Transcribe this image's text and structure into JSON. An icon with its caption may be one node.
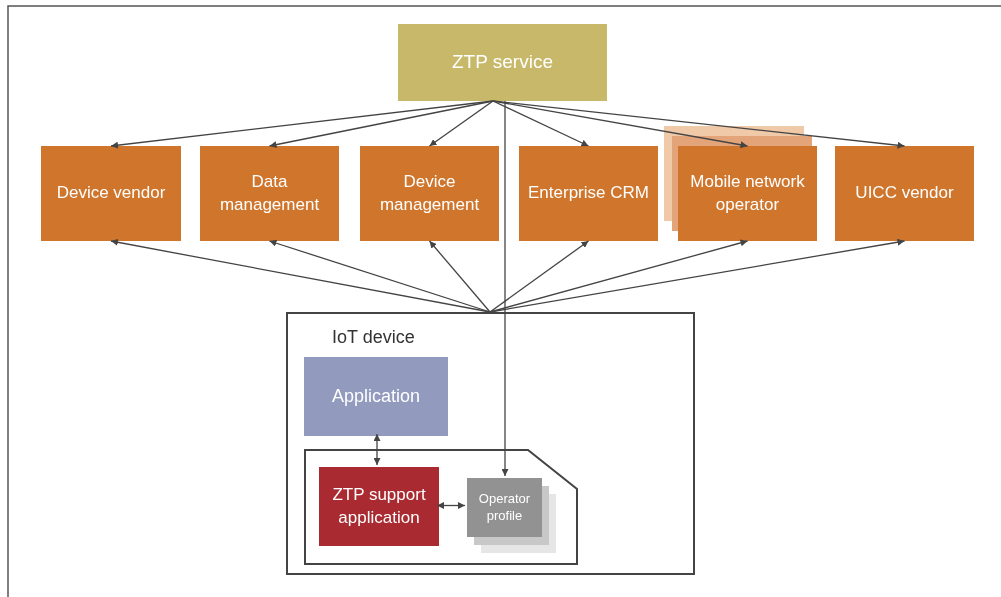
{
  "diagram": {
    "nodes": [
      {
        "text": [
          "ZTP service"
        ]
      },
      {
        "text": [
          "Device vendor"
        ]
      },
      {
        "text": [
          "Data management"
        ]
      },
      {
        "text": [
          "Device management"
        ]
      },
      {
        "text": [
          "Enterprise CRM"
        ]
      },
      {
        "text": [
          "Mobile network operator"
        ]
      },
      {
        "text": [
          "UICC vendor"
        ]
      },
      {
        "text": [
          "IoT device"
        ]
      },
      {
        "text": [
          "Application"
        ],
        "in": 7
      },
      {
        "text": [],
        "shape": "card",
        "in": 7
      },
      {
        "text": [
          "ZTP support application"
        ],
        "in": 9
      },
      {
        "text": [
          "Operator profile"
        ],
        "in": 9
      }
    ],
    "edges": [
      {
        "from": 0,
        "to": 1,
        "arrow": "to"
      },
      {
        "from": 0,
        "to": 2,
        "arrow": "to"
      },
      {
        "from": 0,
        "to": 3,
        "arrow": "to"
      },
      {
        "from": 0,
        "to": 4,
        "arrow": "to"
      },
      {
        "from": 0,
        "to": 5,
        "arrow": "to"
      },
      {
        "from": 0,
        "to": 6,
        "arrow": "to"
      },
      {
        "from": 0,
        "to": 11,
        "arrow": "to"
      },
      {
        "from": 7,
        "to": 1,
        "arrow": "to"
      },
      {
        "from": 7,
        "to": 2,
        "arrow": "to"
      },
      {
        "from": 7,
        "to": 3,
        "arrow": "to"
      },
      {
        "from": 7,
        "to": 4,
        "arrow": "to"
      },
      {
        "from": 7,
        "to": 5,
        "arrow": "to"
      },
      {
        "from": 7,
        "to": 6,
        "arrow": "to"
      },
      {
        "from": 8,
        "to": 10,
        "arrow": "both"
      },
      {
        "from": 10,
        "to": 11,
        "arrow": "both"
      }
    ]
  }
}
